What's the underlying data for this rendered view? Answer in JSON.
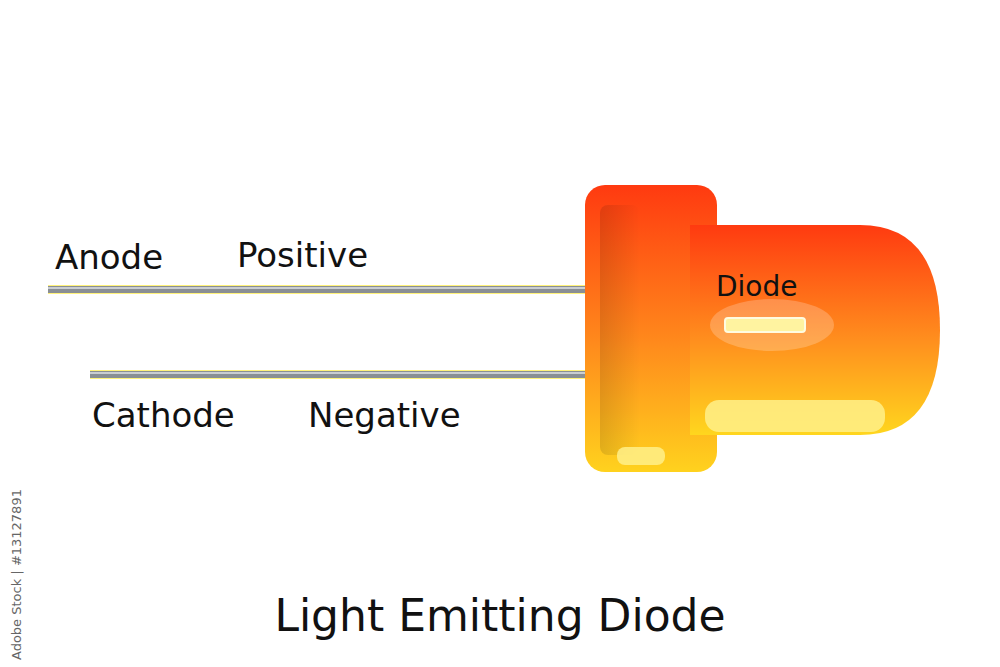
{
  "diagram": {
    "title": "Light Emitting Diode",
    "nodes": [
      {
        "text": [
          "Diode"
        ]
      }
    ],
    "labels": [
      "Anode",
      "Positive",
      "Cathode",
      "Negative",
      "Adobe Stock | #13127891"
    ]
  }
}
